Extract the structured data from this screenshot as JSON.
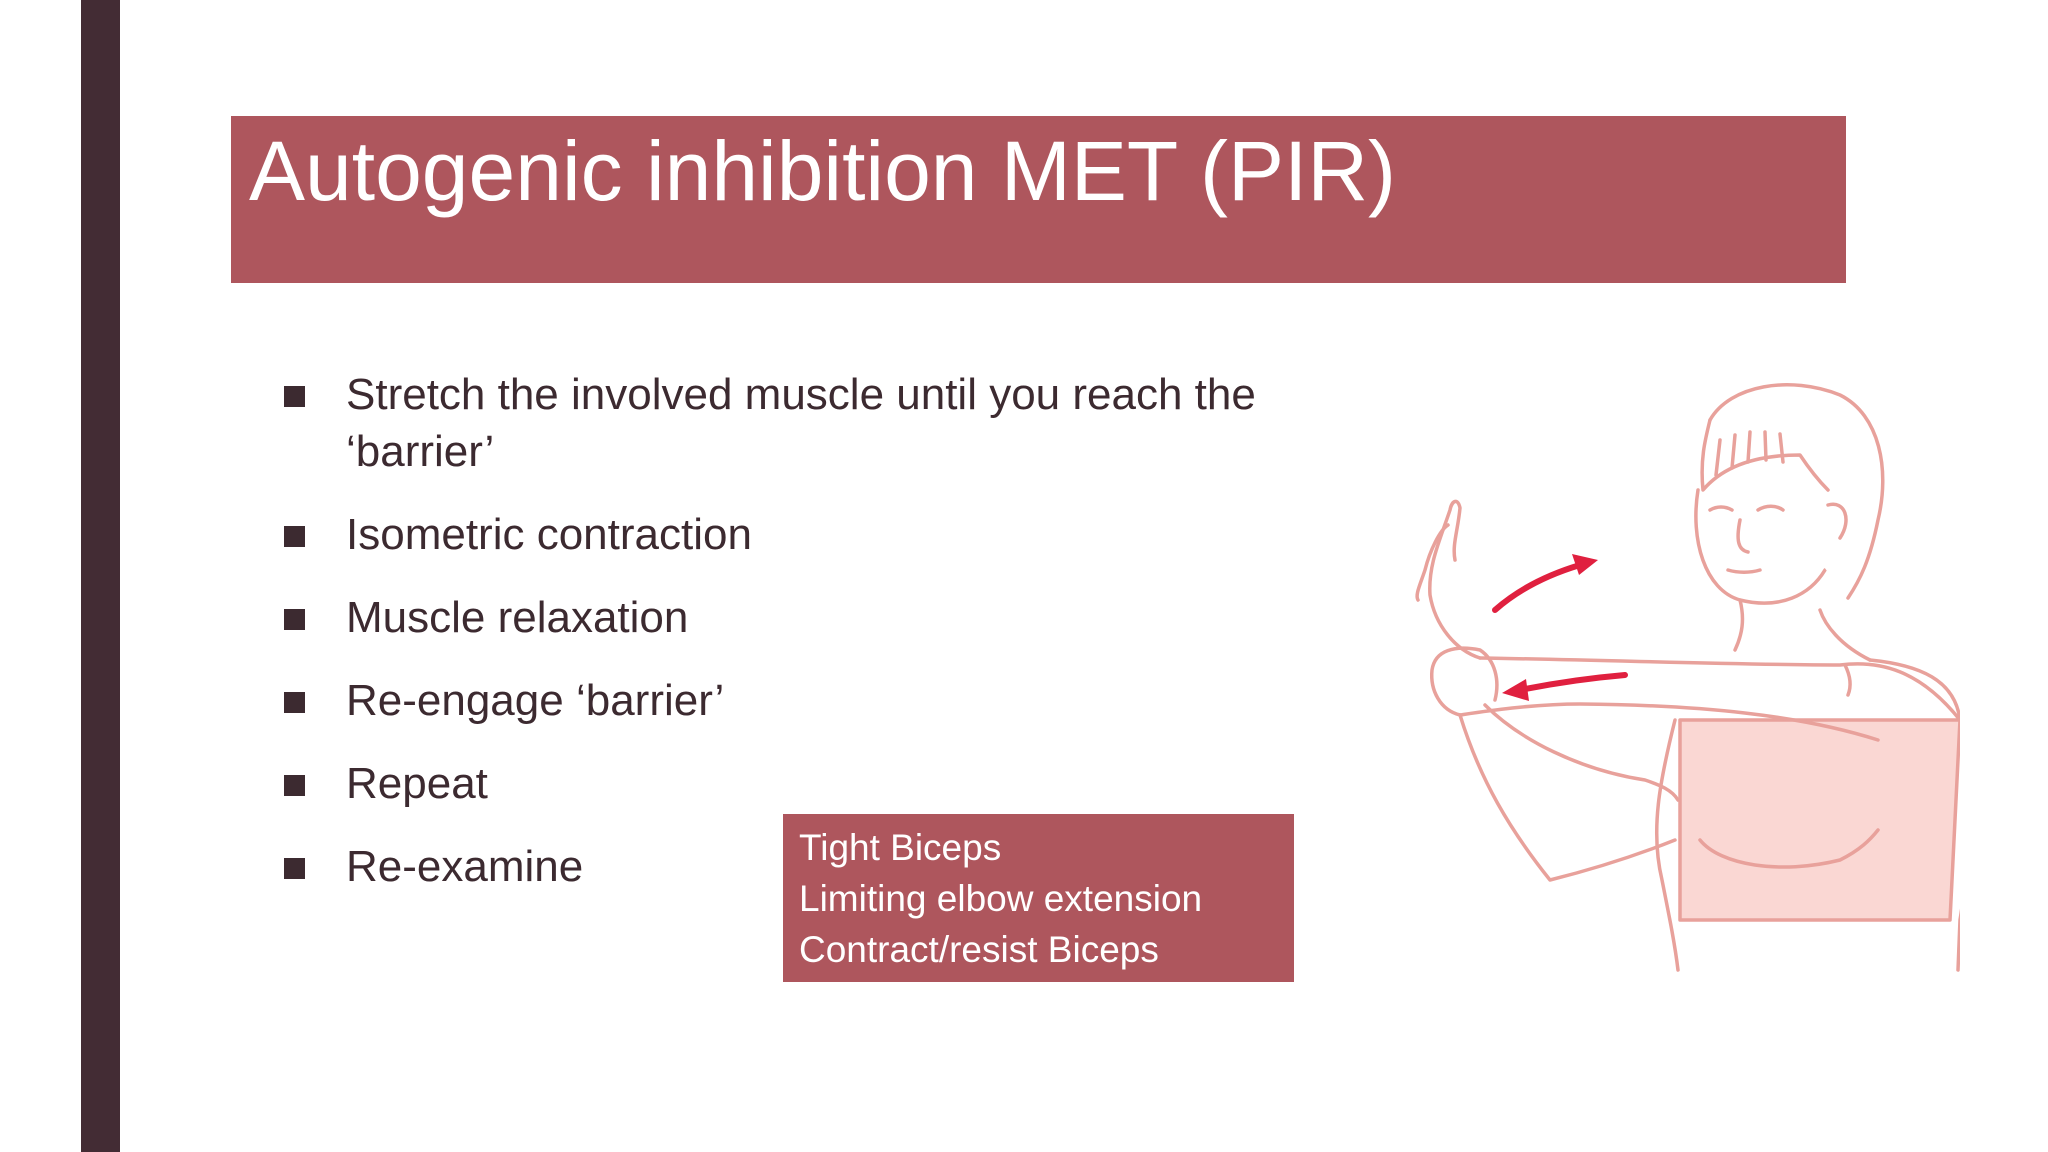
{
  "slide": {
    "title": "Autogenic inhibition MET (PIR)",
    "bullets": [
      "Stretch the involved muscle until you reach the ‘barrier’",
      "Isometric contraction",
      "Muscle relaxation",
      "Re-engage ‘barrier’",
      "Repeat",
      "Re-examine"
    ],
    "note_lines": [
      "Tight Biceps",
      "Limiting elbow extension",
      "Contract/resist Biceps"
    ],
    "illustration": "biceps-stretch-illustration"
  },
  "colors": {
    "accent_bar": "#432c34",
    "title_band": "#ae565d",
    "note_box": "#ae565d",
    "body_text": "#3c2a30",
    "illustration_line": "#e8a19b",
    "illustration_fill": "#fad7d3",
    "arrow": "#e0203f"
  }
}
